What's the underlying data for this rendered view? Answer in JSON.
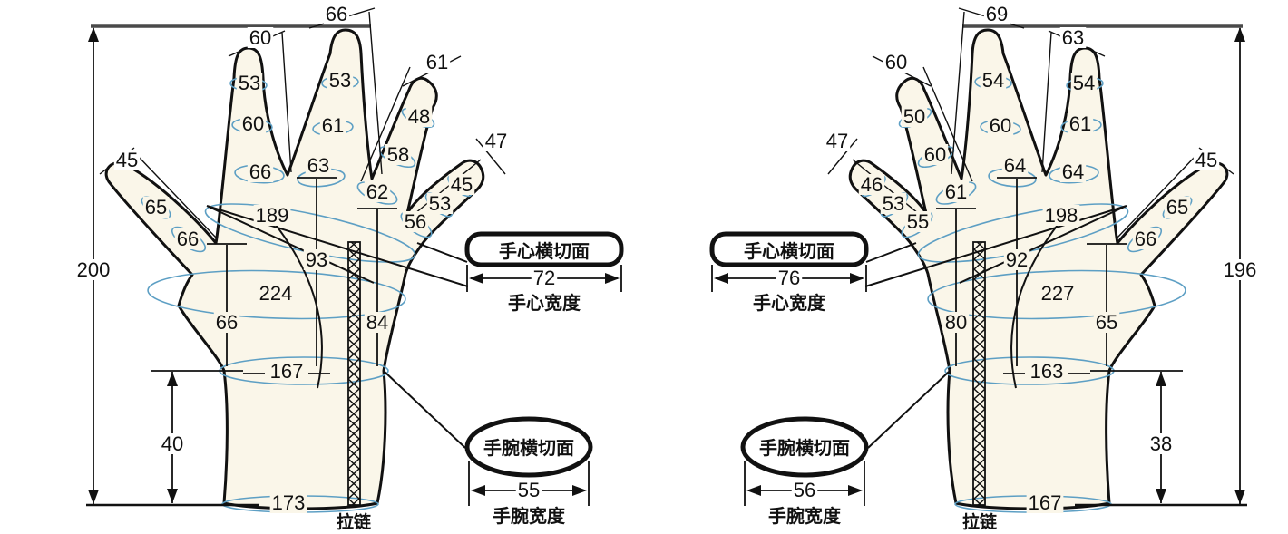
{
  "colors": {
    "outline": "#111111",
    "section_ellipse": "#5d9fc4",
    "glove_fill": "#faf6e9",
    "top_line": "#4a4a4a"
  },
  "left": {
    "height_total": "200",
    "cuff_length": "40",
    "thumb_length": "45",
    "thumb_mid": "65",
    "thumb_base": "66",
    "index_length": "60",
    "index_tip": "53",
    "index_mid": "60",
    "index_base": "66",
    "middle_length": "66",
    "middle_tip": "53",
    "middle_mid": "61",
    "middle_base": "63",
    "ring_length": "61",
    "ring_tip": "48",
    "ring_mid": "58",
    "ring_base": "62",
    "pinky_length": "47",
    "pinky_tip": "45",
    "pinky_mid": "53",
    "pinky_base": "56",
    "knuckle_girth": "189",
    "palm_length": "93",
    "palm_girth": "224",
    "thumb_side_length": "66",
    "pinky_side_length": "84",
    "wrist_girth": "167",
    "cuff_girth": "173",
    "zipper_label": "拉链",
    "palm_section_title": "手心横切面",
    "palm_width": "72",
    "palm_width_label": "手心宽度",
    "wrist_section_title": "手腕横切面",
    "wrist_width": "55",
    "wrist_width_label": "手腕宽度"
  },
  "right": {
    "height_total": "196",
    "cuff_length": "38",
    "thumb_length": "45",
    "thumb_mid": "65",
    "thumb_base": "66",
    "index_length": "63",
    "index_tip": "54",
    "index_mid": "61",
    "index_base": "64",
    "middle_length": "69",
    "middle_tip": "54",
    "middle_mid": "60",
    "middle_base": "64",
    "ring_length": "60",
    "ring_tip": "50",
    "ring_mid": "60",
    "ring_base": "61",
    "pinky_length": "47",
    "pinky_tip": "46",
    "pinky_mid": "53",
    "pinky_base": "55",
    "knuckle_girth": "198",
    "palm_length": "92",
    "palm_girth": "227",
    "thumb_side_length": "65",
    "pinky_side_length": "80",
    "wrist_girth": "163",
    "cuff_girth": "167",
    "zipper_label": "拉链",
    "palm_section_title": "手心横切面",
    "palm_width": "76",
    "palm_width_label": "手心宽度",
    "wrist_section_title": "手腕横切面",
    "wrist_width": "56",
    "wrist_width_label": "手腕宽度"
  }
}
